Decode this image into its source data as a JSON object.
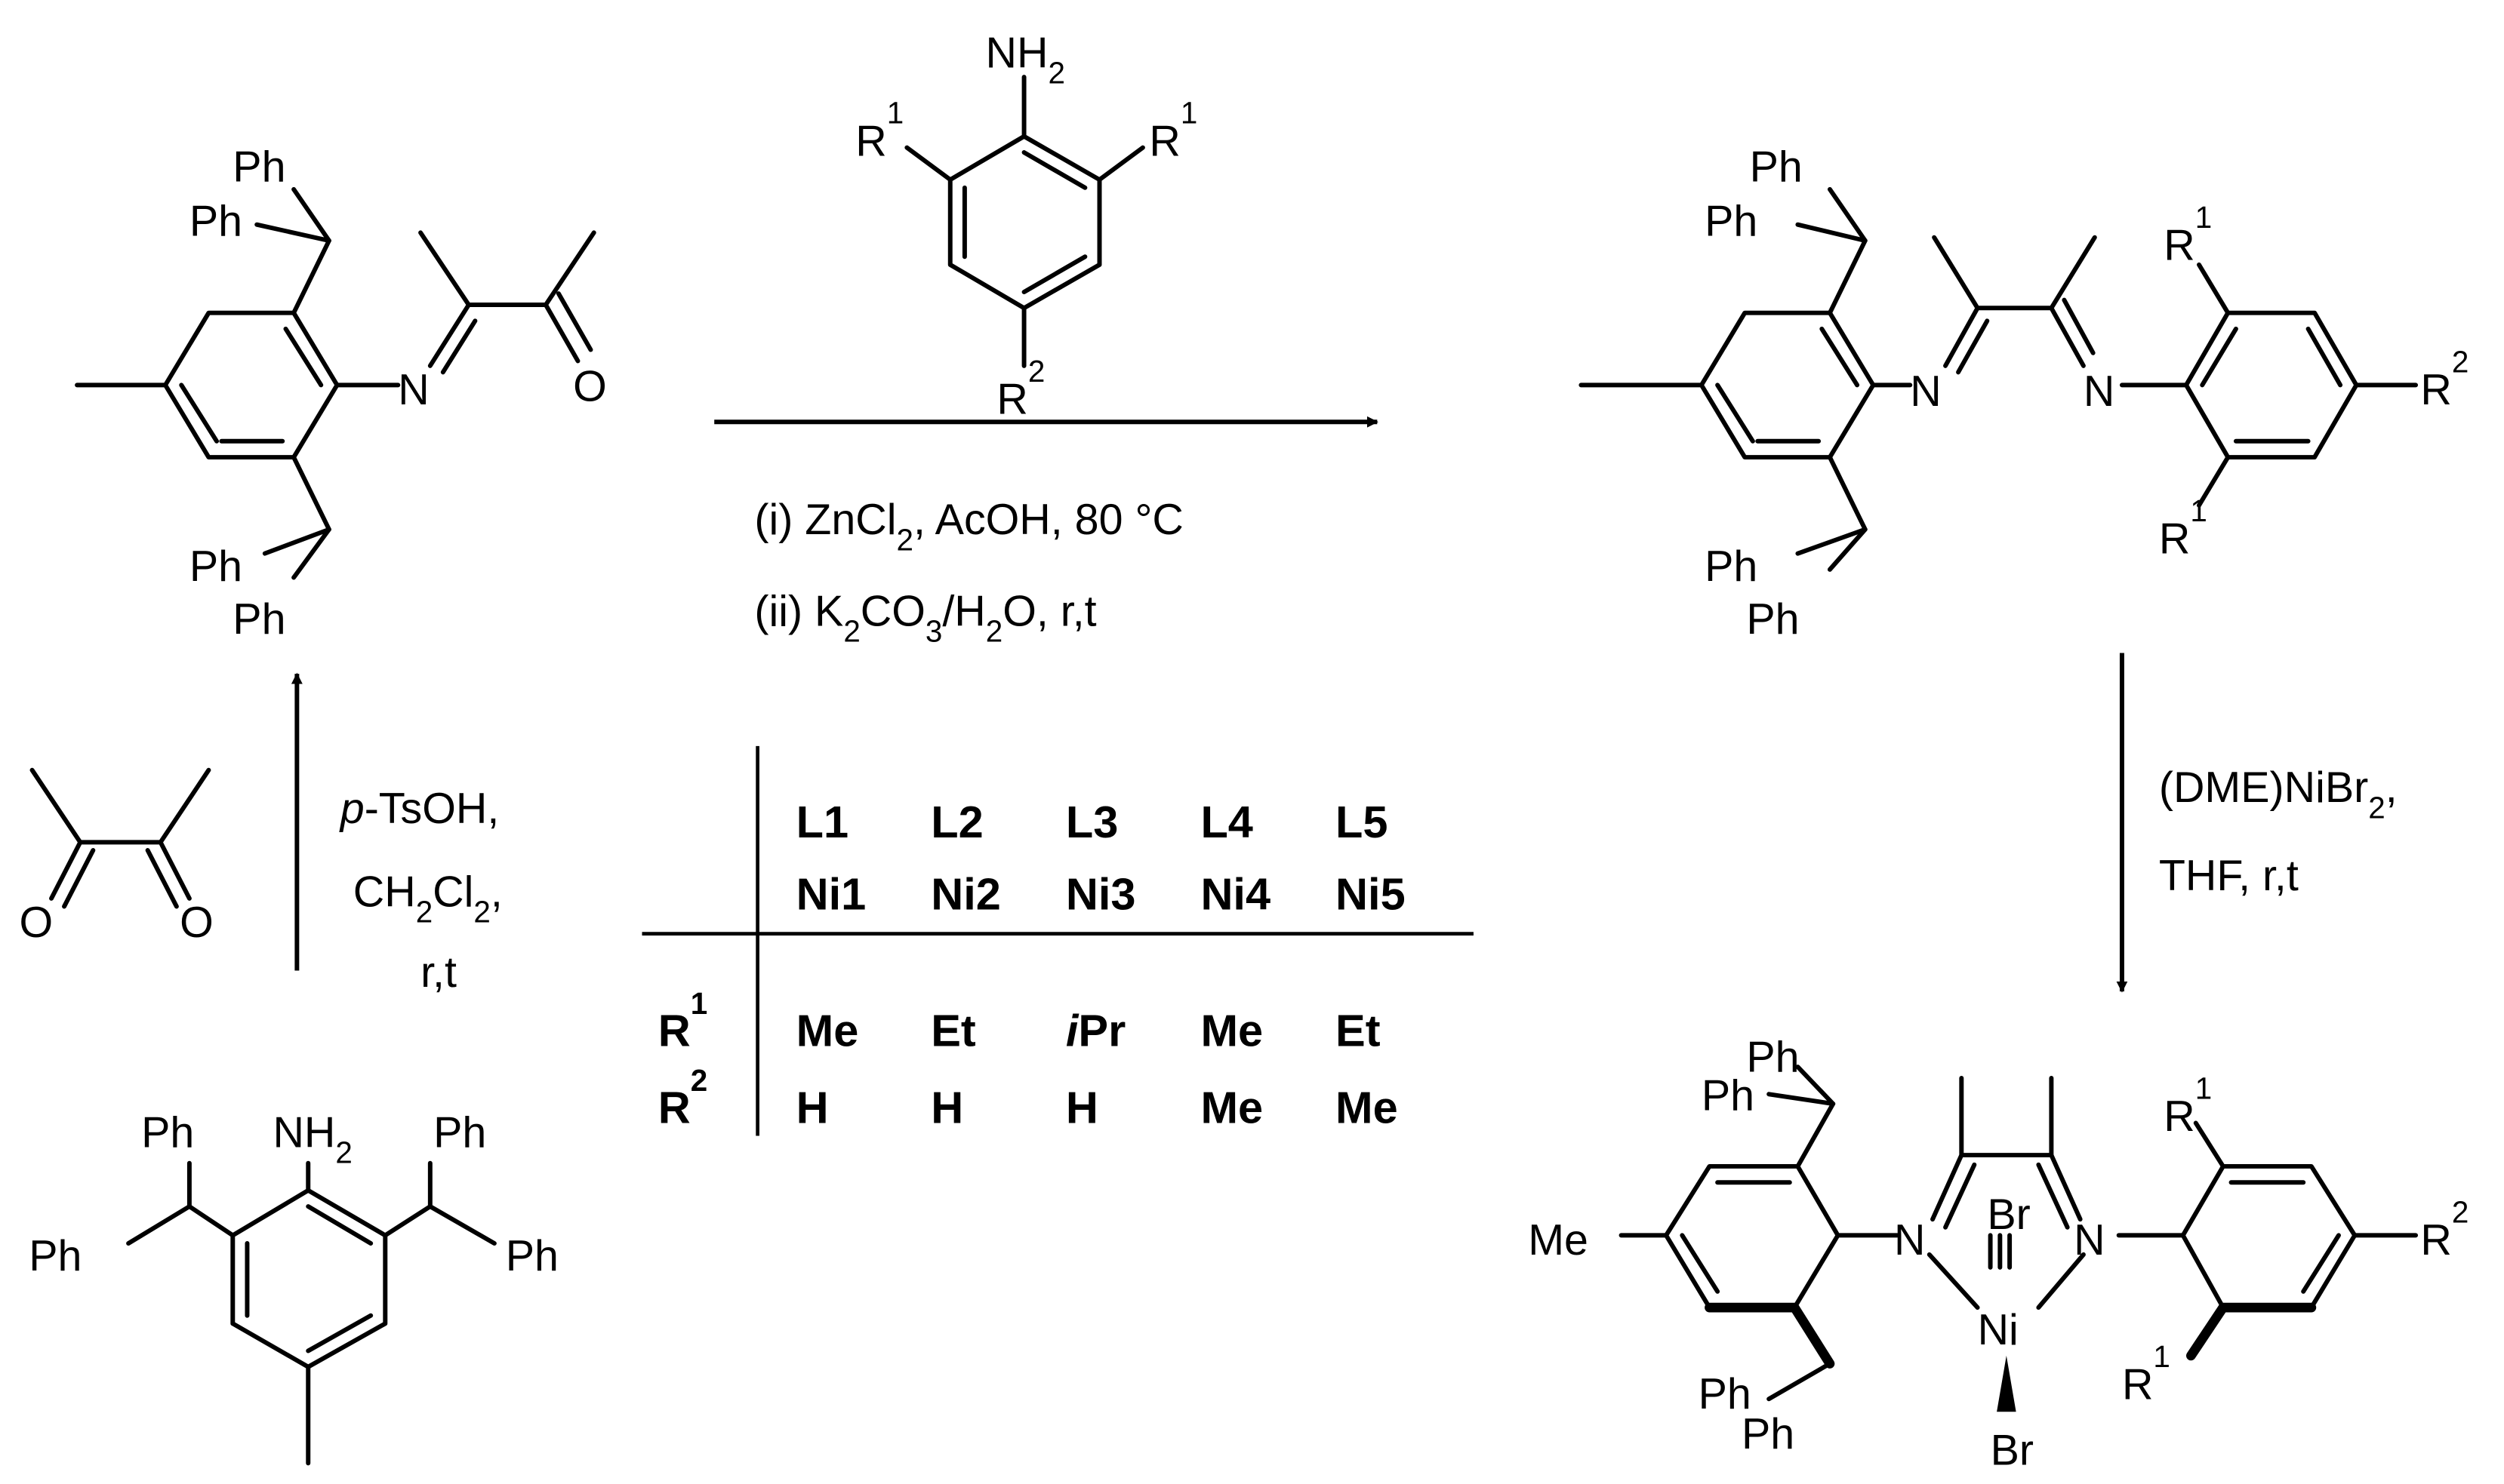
{
  "scheme": {
    "atoms": {
      "ph": "Ph",
      "n": "N",
      "o": "O",
      "nh": "NH",
      "two": "2",
      "r": "R",
      "one": "1",
      "me": "Me",
      "br": "Br",
      "ni": "Ni"
    },
    "step_top": {
      "line1_a": "(i) ZnCl",
      "line1_sub": "2",
      "line1_b": ", AcOH, 80 °C",
      "line2_a": "(ii) K",
      "line2_sub1": "2",
      "line2_b": "CO",
      "line2_sub2": "3",
      "line2_c": "/H",
      "line2_sub3": "2",
      "line2_d": "O, r,t"
    },
    "step_left": {
      "line1_italic": "p",
      "line1_rest": "-TsOH,",
      "line2_a": "CH",
      "line2_sub1": "2",
      "line2_b": "Cl",
      "line2_sub2": "2",
      "line2_c": ",",
      "line3": "r,t"
    },
    "step_right": {
      "line1_a": "(DME)NiBr",
      "line1_sub": "2",
      "line1_b": ",",
      "line2": "THF,  r,t"
    },
    "table": {
      "ligands": [
        "L1",
        "L2",
        "L3",
        "L4",
        "L5"
      ],
      "complexes": [
        "Ni1",
        "Ni2",
        "Ni3",
        "Ni4",
        "Ni5"
      ],
      "row_labels": [
        {
          "r": "R",
          "sup": "1"
        },
        {
          "r": "R",
          "sup": "2"
        }
      ],
      "r1": [
        "Me",
        "Et",
        "Pr",
        "Me",
        "Et"
      ],
      "r1_prefix_italic": [
        "",
        "",
        "i",
        "",
        ""
      ],
      "r2": [
        "H",
        "H",
        "H",
        "Me",
        "Me"
      ]
    }
  }
}
